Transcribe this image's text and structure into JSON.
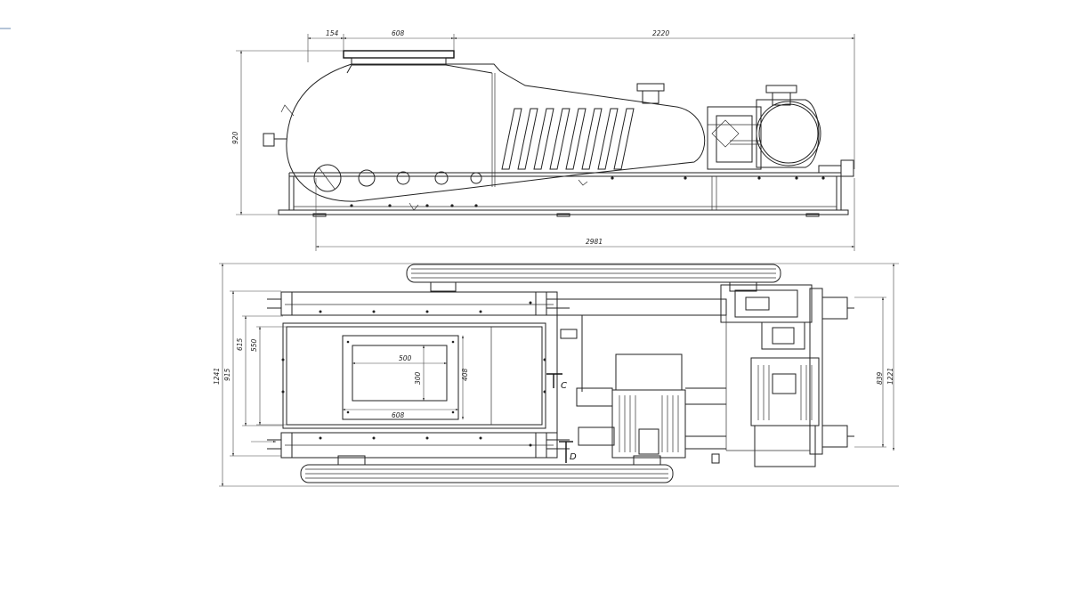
{
  "side_view": {
    "dims": {
      "d154": "154",
      "d608": "608",
      "d2220": "2220",
      "d920": "920",
      "d2981": "2981"
    }
  },
  "plan_view": {
    "dims": {
      "d1241": "1241",
      "d915": "915",
      "d615": "615",
      "d550": "550",
      "d500": "500",
      "d300": "300",
      "d408": "408",
      "d608": "608",
      "d839": "839",
      "d1221": "1221"
    },
    "section_labels": {
      "c": "C",
      "d": "D"
    }
  }
}
